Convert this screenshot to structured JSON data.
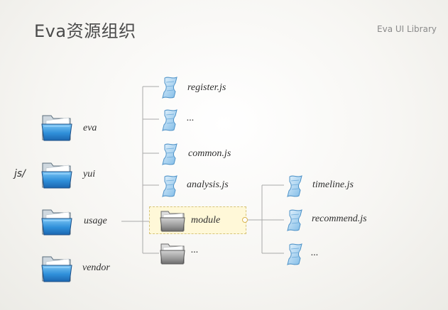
{
  "slide": {
    "title": "Eva资源组织",
    "brand": "Eva UI Library",
    "root_label": "js/"
  },
  "colors": {
    "blue_folder": "#2f8fd9",
    "gray_folder": "#8f8f8f",
    "script_icon": "#8fc4ea",
    "highlight": "#fff8d8",
    "wire": "#a9a9a9"
  },
  "top_folders": [
    {
      "label": "eva",
      "icon": "blue-folder-icon"
    },
    {
      "label": "yui",
      "icon": "blue-folder-icon"
    },
    {
      "label": "usage",
      "icon": "blue-folder-icon"
    },
    {
      "label": "vendor",
      "icon": "blue-folder-icon"
    }
  ],
  "usage_children": [
    {
      "label": "register.js",
      "icon": "script-file-icon"
    },
    {
      "label": "...",
      "icon": "script-file-icon"
    },
    {
      "label": "common.js",
      "icon": "script-file-icon"
    },
    {
      "label": "analysis.js",
      "icon": "script-file-icon"
    },
    {
      "label": "module",
      "icon": "gray-folder-icon"
    },
    {
      "label": "...",
      "icon": "gray-folder-icon"
    }
  ],
  "module_children": [
    {
      "label": "timeline.js",
      "icon": "script-file-icon"
    },
    {
      "label": "recommend.js",
      "icon": "script-file-icon"
    },
    {
      "label": "...",
      "icon": "script-file-icon"
    }
  ]
}
